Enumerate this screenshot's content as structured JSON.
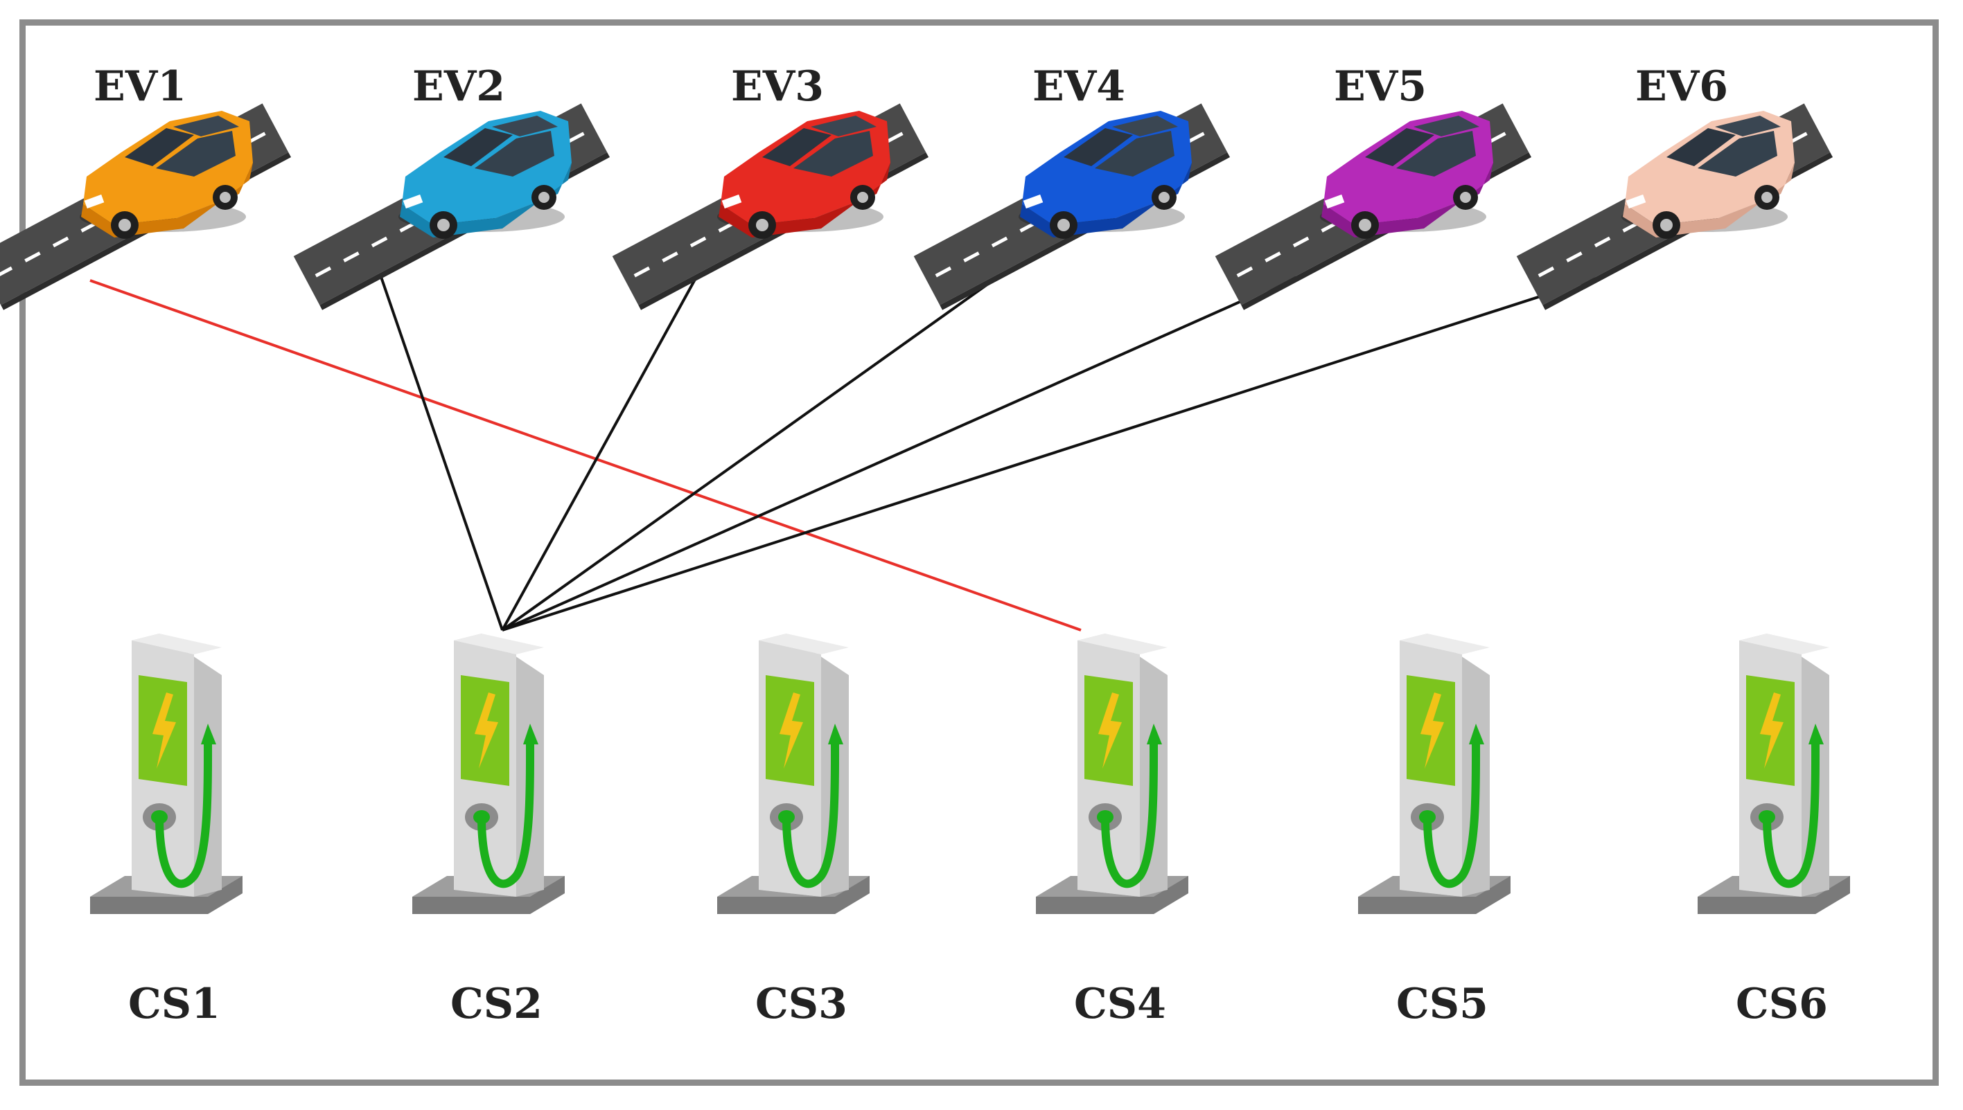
{
  "diagram": {
    "vehicles": [
      {
        "label": "EV1",
        "color": "#f39a12",
        "shade": "#d27a06"
      },
      {
        "label": "EV2",
        "color": "#22a3d6",
        "shade": "#1582ae"
      },
      {
        "label": "EV3",
        "color": "#e62a22",
        "shade": "#b81812"
      },
      {
        "label": "EV4",
        "color": "#1458d8",
        "shade": "#0c3fa6"
      },
      {
        "label": "EV5",
        "color": "#b52ab8",
        "shade": "#8b1a8e"
      },
      {
        "label": "EV6",
        "color": "#f4c6b2",
        "shade": "#d8a590"
      }
    ],
    "stations": [
      {
        "label": "CS1"
      },
      {
        "label": "CS2"
      },
      {
        "label": "CS3"
      },
      {
        "label": "CS4"
      },
      {
        "label": "CS5"
      },
      {
        "label": "CS6"
      }
    ],
    "connections": [
      {
        "from": "EV1",
        "to": "CS4",
        "color": "#e8302a"
      },
      {
        "from": "EV2",
        "to": "CS2",
        "color": "#111111"
      },
      {
        "from": "EV3",
        "to": "CS2",
        "color": "#111111"
      },
      {
        "from": "EV4",
        "to": "CS2",
        "color": "#111111"
      },
      {
        "from": "EV5",
        "to": "CS2",
        "color": "#111111"
      },
      {
        "from": "EV6",
        "to": "CS2",
        "color": "#111111"
      }
    ],
    "colors": {
      "frame": "#8c8c8c",
      "road": "#4a4a4a",
      "station_body": "#d9d9d9",
      "screen": "#7cc41e",
      "bolt": "#f2c318",
      "cable": "#1bb01b"
    }
  }
}
